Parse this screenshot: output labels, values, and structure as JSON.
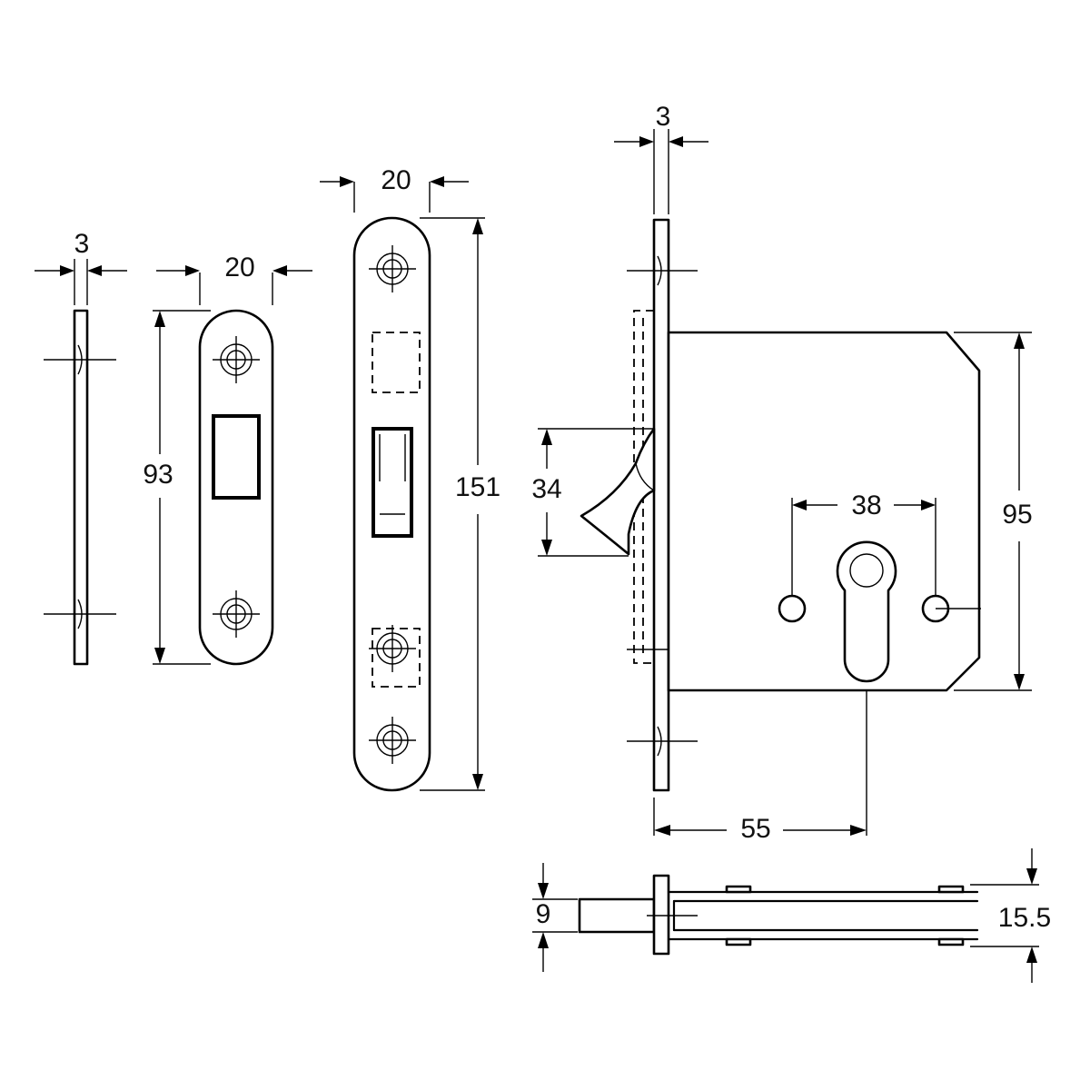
{
  "dimensions": {
    "edge_strip_thickness": "3",
    "small_plate_width": "20",
    "small_plate_height": "93",
    "faceplate_width": "20",
    "faceplate_height": "151",
    "faceplate_thickness": "3",
    "hook_throw": "34",
    "keyhole_span": "38",
    "case_height": "95",
    "backset": "55",
    "bolt_thickness": "9",
    "case_depth": "15.5"
  }
}
